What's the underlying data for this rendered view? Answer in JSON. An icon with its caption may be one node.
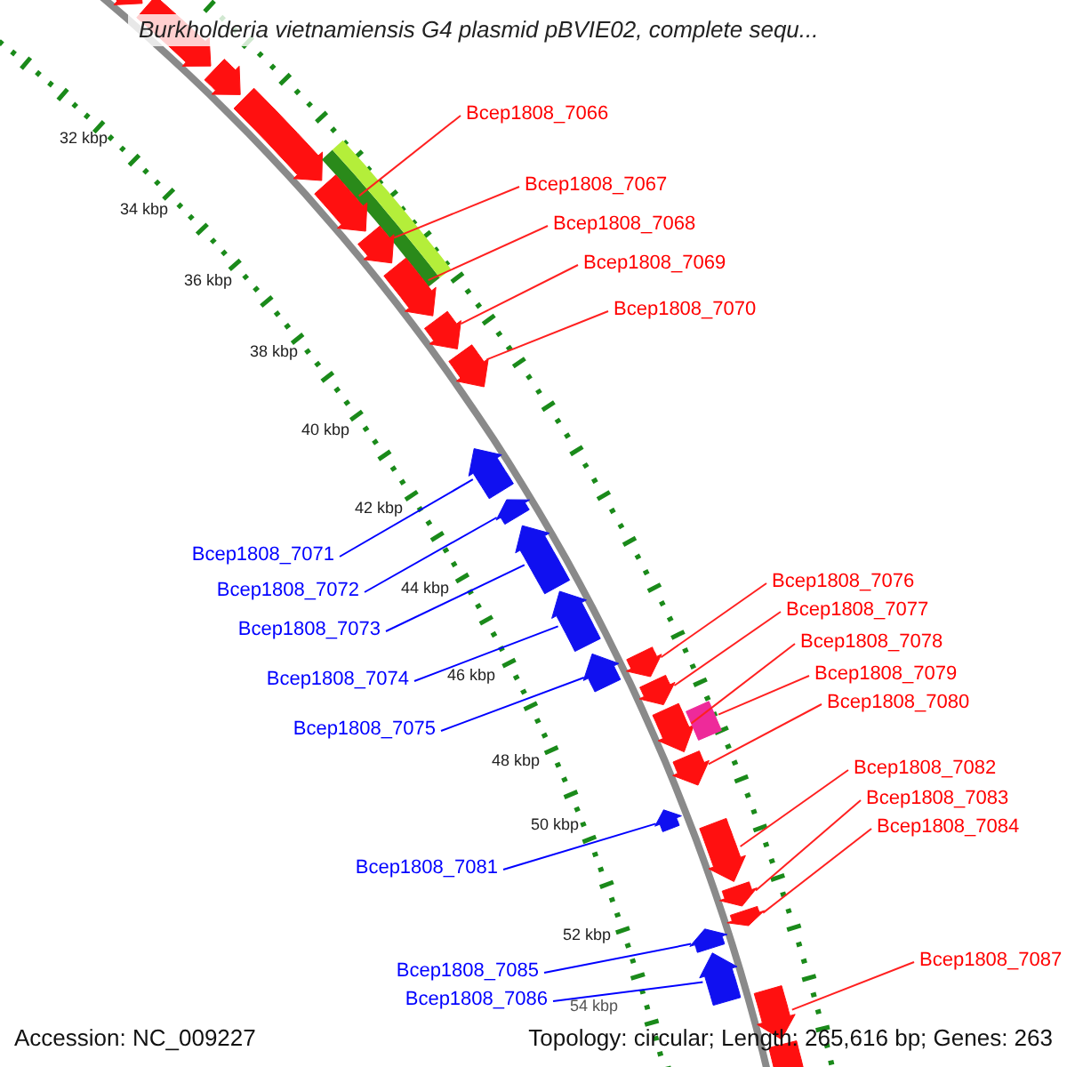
{
  "diagram": {
    "title": "Burkholderia vietnamiensis G4 plasmid pBVIE02, complete sequ...",
    "nodes": [
      {
        "text": [
          "Bcep1808_7066"
        ]
      },
      {
        "text": [
          "Bcep1808_7067"
        ]
      },
      {
        "text": [
          "Bcep1808_7068"
        ]
      },
      {
        "text": [
          "Bcep1808_7069"
        ]
      },
      {
        "text": [
          "Bcep1808_7070"
        ]
      },
      {
        "text": [
          "Bcep1808_7071"
        ]
      },
      {
        "text": [
          "Bcep1808_7072"
        ]
      },
      {
        "text": [
          "Bcep1808_7073"
        ]
      },
      {
        "text": [
          "Bcep1808_7074"
        ]
      },
      {
        "text": [
          "Bcep1808_7075"
        ]
      },
      {
        "text": [
          "Bcep1808_7076"
        ]
      },
      {
        "text": [
          "Bcep1808_7077"
        ]
      },
      {
        "text": [
          "Bcep1808_7078"
        ]
      },
      {
        "text": [
          "Bcep1808_7079"
        ]
      },
      {
        "text": [
          "Bcep1808_7080"
        ]
      },
      {
        "text": [
          "Bcep1808_7081"
        ]
      },
      {
        "text": [
          "Bcep1808_7082"
        ]
      },
      {
        "text": [
          "Bcep1808_7083"
        ]
      },
      {
        "text": [
          "Bcep1808_7084"
        ]
      },
      {
        "text": [
          "Bcep1808_7085"
        ]
      },
      {
        "text": [
          "Bcep1808_7086"
        ]
      },
      {
        "text": [
          "Bcep1808_7087"
        ]
      },
      {
        "text": [],
        "shape": "arrow"
      },
      {
        "text": [],
        "shape": "arrow"
      },
      {
        "text": [],
        "shape": "arrow"
      },
      {
        "text": [],
        "shape": "arrow"
      },
      {
        "text": [],
        "shape": "bar"
      },
      {
        "text": [],
        "shape": "arrow"
      },
      {
        "text": [],
        "shape": "arrow"
      },
      {
        "text": [],
        "shape": "arrow"
      },
      {
        "text": [],
        "shape": "arrow"
      },
      {
        "text": [],
        "shape": "arrow"
      },
      {
        "text": [],
        "shape": "arrow"
      },
      {
        "text": [],
        "shape": "arrow"
      },
      {
        "text": [],
        "shape": "arrow"
      },
      {
        "text": [],
        "shape": "arrow"
      },
      {
        "text": [],
        "shape": "arrow"
      },
      {
        "text": [],
        "shape": "arrow"
      },
      {
        "text": [],
        "shape": "arrow"
      },
      {
        "text": [],
        "shape": "arrow"
      },
      {
        "text": [],
        "shape": "box"
      },
      {
        "text": [],
        "shape": "arrow"
      },
      {
        "text": [],
        "shape": "arrow"
      },
      {
        "text": [],
        "shape": "arrow"
      },
      {
        "text": [],
        "shape": "arrow"
      },
      {
        "text": [],
        "shape": "arrow"
      },
      {
        "text": [],
        "shape": "arrow"
      },
      {
        "text": [],
        "shape": "arrow"
      },
      {
        "text": [],
        "shape": "arrow"
      },
      {
        "text": [],
        "shape": "arrow"
      }
    ],
    "edges": [
      {
        "from": 0,
        "to": 27,
        "arrow": "none"
      },
      {
        "from": 1,
        "to": 28,
        "arrow": "none"
      },
      {
        "from": 2,
        "to": 29,
        "arrow": "none"
      },
      {
        "from": 3,
        "to": 30,
        "arrow": "none"
      },
      {
        "from": 4,
        "to": 31,
        "arrow": "none"
      },
      {
        "from": 5,
        "to": 32,
        "arrow": "none",
        "color": "#0000ff"
      },
      {
        "from": 6,
        "to": 33,
        "arrow": "none",
        "color": "#0000ff"
      },
      {
        "from": 7,
        "to": 34,
        "arrow": "none",
        "color": "#0000ff"
      },
      {
        "from": 8,
        "to": 35,
        "arrow": "none",
        "color": "#0000ff"
      },
      {
        "from": 9,
        "to": 36,
        "arrow": "none",
        "color": "#0000ff"
      },
      {
        "from": 10,
        "to": 37,
        "arrow": "none"
      },
      {
        "from": 11,
        "to": 38,
        "arrow": "none"
      },
      {
        "from": 12,
        "to": 39,
        "arrow": "none"
      },
      {
        "from": 13,
        "to": 40,
        "arrow": "none"
      },
      {
        "from": 14,
        "to": 41,
        "arrow": "none"
      },
      {
        "from": 15,
        "to": 42,
        "arrow": "none",
        "color": "#0000ff"
      },
      {
        "from": 16,
        "to": 43,
        "arrow": "none"
      },
      {
        "from": 17,
        "to": 44,
        "arrow": "none"
      },
      {
        "from": 18,
        "to": 45,
        "arrow": "none"
      },
      {
        "from": 19,
        "to": 46,
        "arrow": "none",
        "color": "#0000ff"
      },
      {
        "from": 20,
        "to": 47,
        "arrow": "none",
        "color": "#0000ff"
      },
      {
        "from": 21,
        "to": 48,
        "arrow": "none"
      }
    ],
    "labels": [
      "32 kbp",
      "34 kbp",
      "36 kbp",
      "38 kbp",
      "40 kbp",
      "42 kbp",
      "44 kbp",
      "46 kbp",
      "48 kbp",
      "50 kbp",
      "52 kbp",
      "54 kbp",
      "Accession: NC_009227",
      "Topology: circular; Length: 265,616 bp; Genes: 263"
    ]
  }
}
